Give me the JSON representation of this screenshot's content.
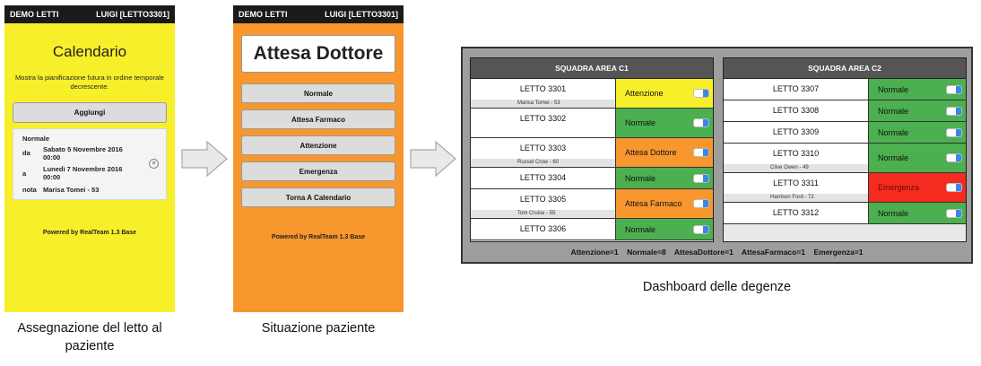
{
  "colors": {
    "normale": "#4caf50",
    "attenzione": "#f8ef2b",
    "attesa_dottore": "#f7972e",
    "attesa_farmaco": "#f7972e",
    "emergenza": "#f32c1f",
    "toggle": "#3b86e8"
  },
  "phone1": {
    "app_name": "DEMO LETTI",
    "user": "LUIGI [LETTO3301]",
    "title": "Calendario",
    "description": "Mostra la pianificazione futura in ordine temporale decrescente.",
    "add_button": "Aggiungi",
    "entry": {
      "status": "Normale",
      "da_label": "da",
      "da_value": "Sabato 5 Novembre 2016 00:00",
      "a_label": "a",
      "a_value": "Lunedì 7 Novembre 2016 00:00",
      "nota_label": "nota",
      "nota_value": "Marisa Tomei - 53"
    },
    "powered": "Powered by RealTeam 1.3 Base"
  },
  "phone2": {
    "app_name": "DEMO LETTI",
    "user": "LUIGI [LETTO3301]",
    "status_title": "Attesa Dottore",
    "buttons": [
      "Normale",
      "Attesa Farmaco",
      "Attenzione",
      "Emergenza",
      "Torna A Calendario"
    ],
    "powered": "Powered by RealTeam 1.3 Base"
  },
  "dashboard": {
    "teams": [
      {
        "name": "SQUADRA AREA C1",
        "beds": [
          {
            "bed": "LETTO 3301",
            "patient": "Marisa Tomei - 53",
            "status": "Attenzione",
            "color_key": "attenzione"
          },
          {
            "bed": "LETTO 3302",
            "patient": "",
            "status": "Normale",
            "color_key": "normale"
          },
          {
            "bed": "LETTO 3303",
            "patient": "Russel Crow - 60",
            "status": "Attesa Dottore",
            "color_key": "attesa_dottore"
          },
          {
            "bed": "LETTO 3304",
            "patient": "",
            "status": "Normale",
            "color_key": "normale"
          },
          {
            "bed": "LETTO 3305",
            "patient": "Tom Cruise - 55",
            "status": "Attesa Farmaco",
            "color_key": "attesa_farmaco"
          },
          {
            "bed": "LETTO 3306",
            "patient": "",
            "status": "Normale",
            "color_key": "normale"
          }
        ]
      },
      {
        "name": "SQUADRA AREA C2",
        "beds": [
          {
            "bed": "LETTO 3307",
            "patient": "",
            "status": "Normale",
            "color_key": "normale"
          },
          {
            "bed": "LETTO 3308",
            "patient": "",
            "status": "Normale",
            "color_key": "normale"
          },
          {
            "bed": "LETTO 3309",
            "patient": "",
            "status": "Normale",
            "color_key": "normale"
          },
          {
            "bed": "LETTO 3310",
            "patient": "Clive Owen - 49",
            "status": "Normale",
            "color_key": "normale"
          },
          {
            "bed": "LETTO 3311",
            "patient": "Harrison Ford - 72",
            "status": "Emergenza",
            "color_key": "emergenza"
          },
          {
            "bed": "LETTO 3312",
            "patient": "",
            "status": "Normale",
            "color_key": "normale"
          }
        ]
      }
    ],
    "summary": "Attenzione=1    Normale=8    AttesaDottore=1    AttesaFarmaco=1    Emergenza=1"
  },
  "captions": {
    "phone1": "Assegnazione del letto al paziente",
    "phone2": "Situazione paziente",
    "dashboard": "Dashboard delle degenze"
  }
}
